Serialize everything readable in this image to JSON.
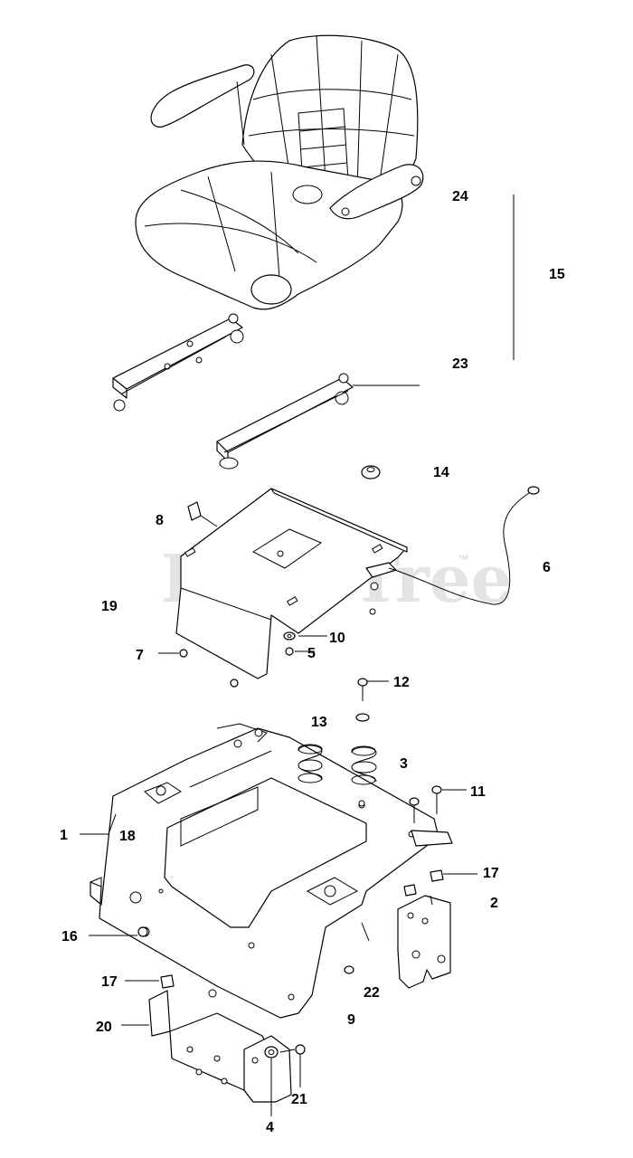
{
  "watermark": {
    "text": "PartsTree",
    "trademark": "™"
  },
  "labels": {
    "l1": "1",
    "l2": "2",
    "l3": "3",
    "l4": "4",
    "l5": "5",
    "l6": "6",
    "l7": "7",
    "l8": "8",
    "l9": "9",
    "l10": "10",
    "l11": "11",
    "l12": "12",
    "l13": "13",
    "l14": "14",
    "l15": "15",
    "l16": "16",
    "l17a": "17",
    "l17b": "17",
    "l18": "18",
    "l19": "19",
    "l20": "20",
    "l21": "21",
    "l22": "22",
    "l23": "23",
    "l24": "24"
  }
}
